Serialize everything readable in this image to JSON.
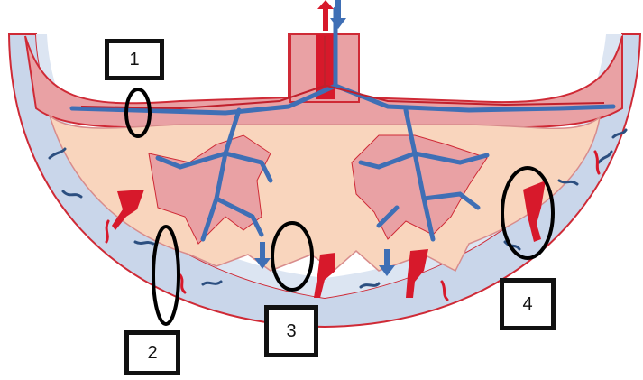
{
  "labels": {
    "one": "1",
    "two": "2",
    "three": "3",
    "four": "4"
  },
  "colors": {
    "maternal_tissue": "#c9d6ea",
    "placental_stroma": "#f9d5bd",
    "artery_red": "#d7192b",
    "vein_blue": "#3f6fb5",
    "chorionic_plate": "#e9a1a4",
    "outline": "#111111"
  }
}
